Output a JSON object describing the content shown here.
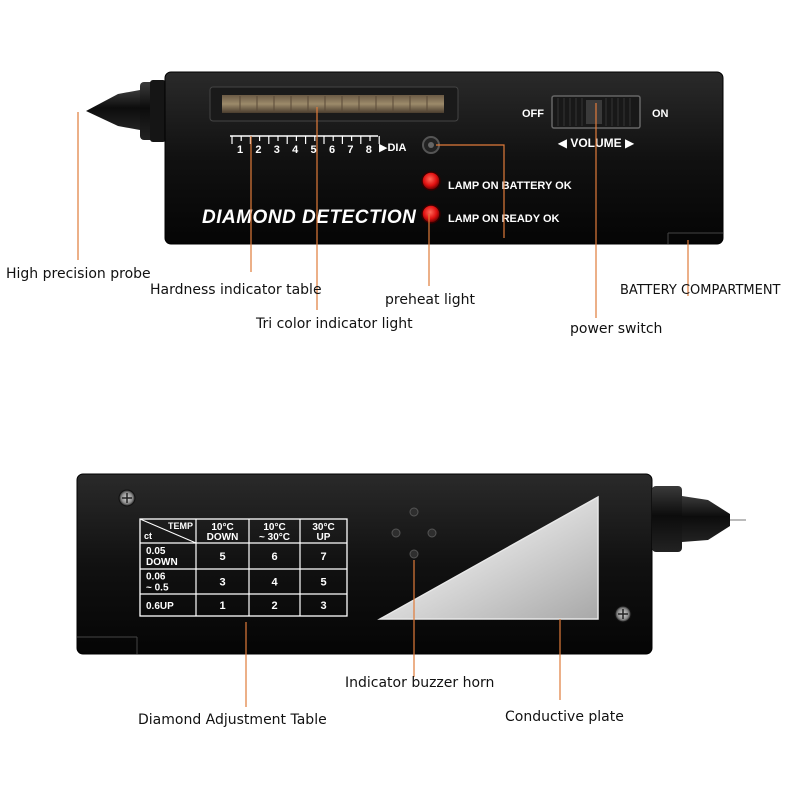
{
  "colors": {
    "leader": "#e07b3a",
    "body": "#111111",
    "led_red": "#e01010",
    "white": "#ffffff"
  },
  "front": {
    "brand": "DIAMOND DETECTION",
    "scale_numbers": [
      "1",
      "2",
      "3",
      "4",
      "5",
      "6",
      "7",
      "8"
    ],
    "scale_end": "▶DIA",
    "switch": {
      "off": "OFF",
      "on": "ON",
      "volume": "◀ VOLUME ▶"
    },
    "lamp_battery": "LAMP ON BATTERY OK",
    "lamp_ready": "LAMP ON READY OK"
  },
  "back": {
    "table": {
      "corner_top": "TEMP",
      "corner_bottom": "ct",
      "col_headers": [
        {
          "line1": "10°C",
          "line2": "DOWN"
        },
        {
          "line1": "10°C",
          "line2": "~ 30°C"
        },
        {
          "line1": "30°C",
          "line2": "UP"
        }
      ],
      "rows": [
        {
          "line1": "0.05",
          "line2": "DOWN",
          "values": [
            "5",
            "6",
            "7"
          ]
        },
        {
          "line1": "0.06",
          "line2": "~ 0.5",
          "values": [
            "3",
            "4",
            "5"
          ]
        },
        {
          "line1": "0.6UP",
          "line2": "",
          "values": [
            "1",
            "2",
            "3"
          ]
        }
      ]
    }
  },
  "labels": {
    "probe": "High precision probe",
    "hardness": "Hardness indicator table",
    "tricolor": "Tri color indicator light",
    "preheat": "preheat light",
    "battery": "BATTERY COMPARTMENT",
    "power": "power switch",
    "buzzer": "Indicator buzzer horn",
    "adjustment": "Diamond Adjustment Table",
    "plate": "Conductive plate"
  }
}
